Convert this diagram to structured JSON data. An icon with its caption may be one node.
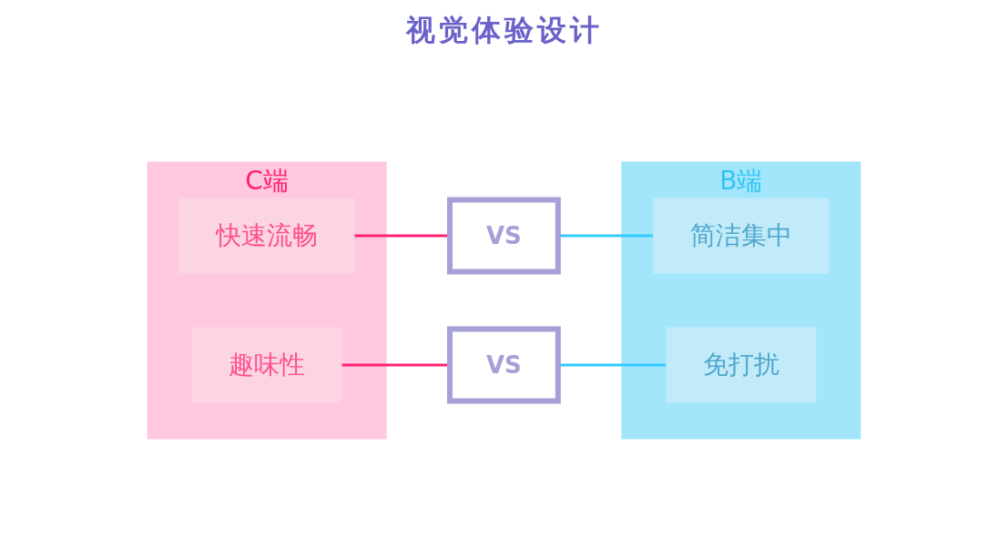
{
  "diagram": {
    "title": "视觉体验设计",
    "nodes": [
      {
        "text": [
          "C端"
        ]
      },
      {
        "text": [
          "快速流畅"
        ],
        "in": 0
      },
      {
        "text": [
          "趣味性"
        ],
        "in": 0
      },
      {
        "text": [
          "B端"
        ]
      },
      {
        "text": [
          "简洁集中"
        ],
        "in": 3
      },
      {
        "text": [
          "免打扰"
        ],
        "in": 3
      },
      {
        "text": [
          "VS"
        ]
      },
      {
        "text": [
          "VS"
        ]
      }
    ],
    "edges": [
      {
        "from": 1,
        "to": 6,
        "arrow": "none",
        "color": "#ff2277"
      },
      {
        "from": 6,
        "to": 4,
        "arrow": "none",
        "color": "#33ccff"
      },
      {
        "from": 2,
        "to": 7,
        "arrow": "none",
        "color": "#ff2277"
      },
      {
        "from": 7,
        "to": 5,
        "arrow": "none",
        "color": "#33ccff"
      }
    ]
  }
}
